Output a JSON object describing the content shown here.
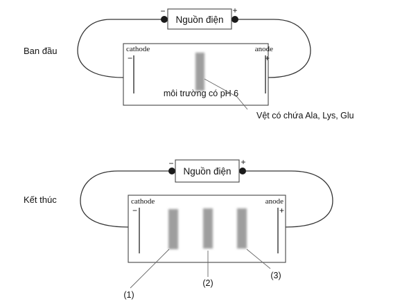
{
  "colors": {
    "wire": "#333333",
    "band": "#9e9e9e",
    "text": "#111111"
  },
  "top_panel": {
    "stage_label": "Ban đầu",
    "power_label": "Nguồn điện",
    "neg_sign": "−",
    "pos_sign": "+",
    "cathode_label": "cathode",
    "anode_label": "anode",
    "cathode_sign": "−",
    "anode_sign": "+",
    "medium_label": "môi trường có pH 6",
    "spot_label": "Vệt có chứa Ala, Lys, Glu"
  },
  "bottom_panel": {
    "stage_label": "Kết thúc",
    "power_label": "Nguồn điện",
    "neg_sign": "−",
    "pos_sign": "+",
    "cathode_label": "cathode",
    "anode_label": "anode",
    "cathode_sign": "−",
    "anode_sign": "+",
    "band_1_label": "(1)",
    "band_2_label": "(2)",
    "band_3_label": "(3)"
  }
}
